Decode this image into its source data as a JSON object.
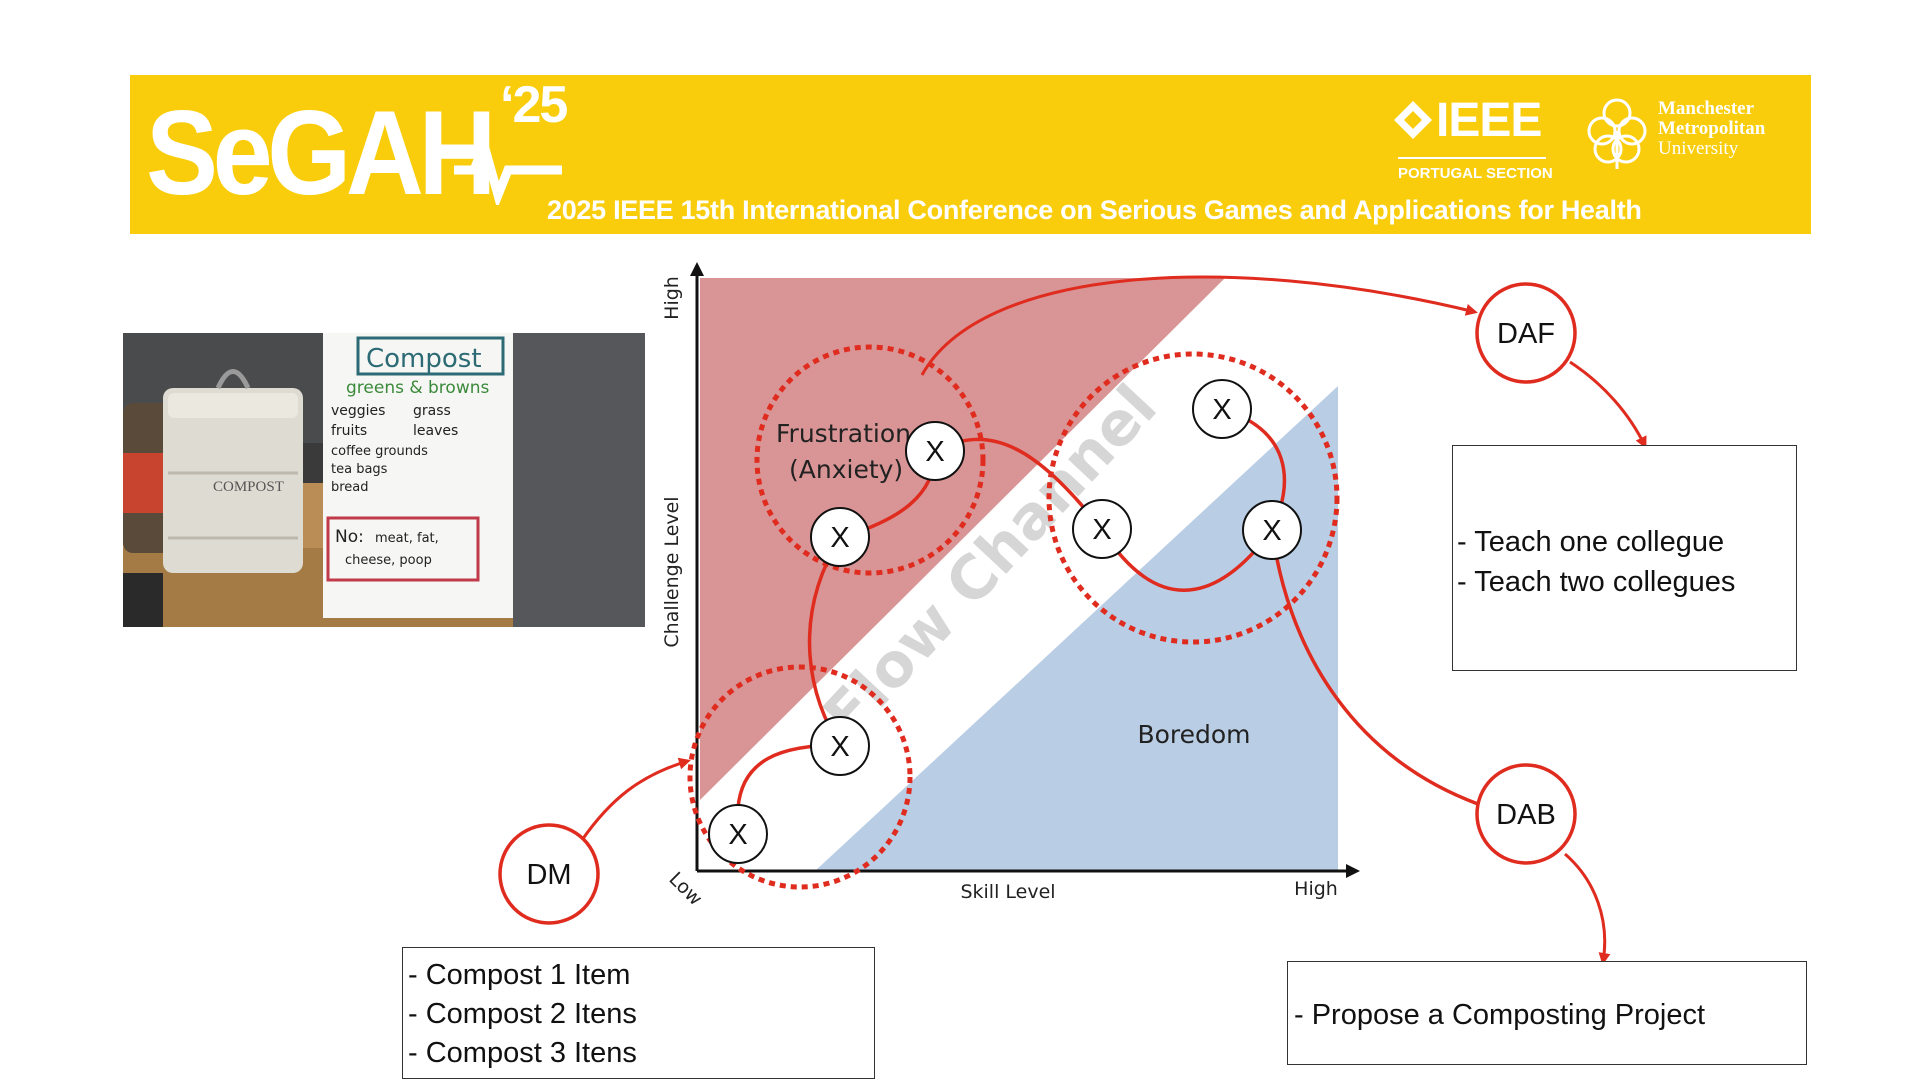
{
  "banner": {
    "logo_text": "SeGAH",
    "year": "‘25",
    "conference_title": "2025 IEEE 15th International Conference on Serious Games and Applications for Health",
    "ieee_text": "IEEE",
    "ieee_section": "PORTUGAL SECTION",
    "mmu_lines": [
      "Manchester",
      "Metropolitan",
      "University"
    ],
    "color": "#F9CD0B"
  },
  "photo": {
    "sign_title": "Compost",
    "sign_subtitle": "greens & browns",
    "sign_items": [
      "veggies",
      "grass",
      "fruits",
      "leaves",
      "coffee grounds",
      "tea bags",
      "bread"
    ],
    "sign_no": "No:",
    "sign_no_items": [
      "meat, fat,",
      "cheese, poop"
    ],
    "bin_label": "COMPOST"
  },
  "diagram": {
    "y_axis_label": "Challenge Level",
    "x_axis_label": "Skill Level",
    "y_high": "High",
    "x_low": "Low",
    "x_high": "High",
    "region_frustration": [
      "Frustration",
      "(Anxiety)"
    ],
    "region_flow": "Flow Channel",
    "region_boredom": "Boredom",
    "marker": "X",
    "colors": {
      "frustration": "#D99596",
      "boredom": "#B9CDE5",
      "path": "#E02B1F"
    }
  },
  "stages": {
    "dm": {
      "label": "DM",
      "items": [
        "- Compost 1 Item",
        "- Compost 2 Itens",
        "- Compost 3 Itens"
      ]
    },
    "daf": {
      "label": "DAF",
      "items": [
        "- Teach one collegue",
        "- Teach two collegues"
      ]
    },
    "dab": {
      "label": "DAB",
      "items": [
        "- Propose a Composting Project"
      ]
    }
  }
}
